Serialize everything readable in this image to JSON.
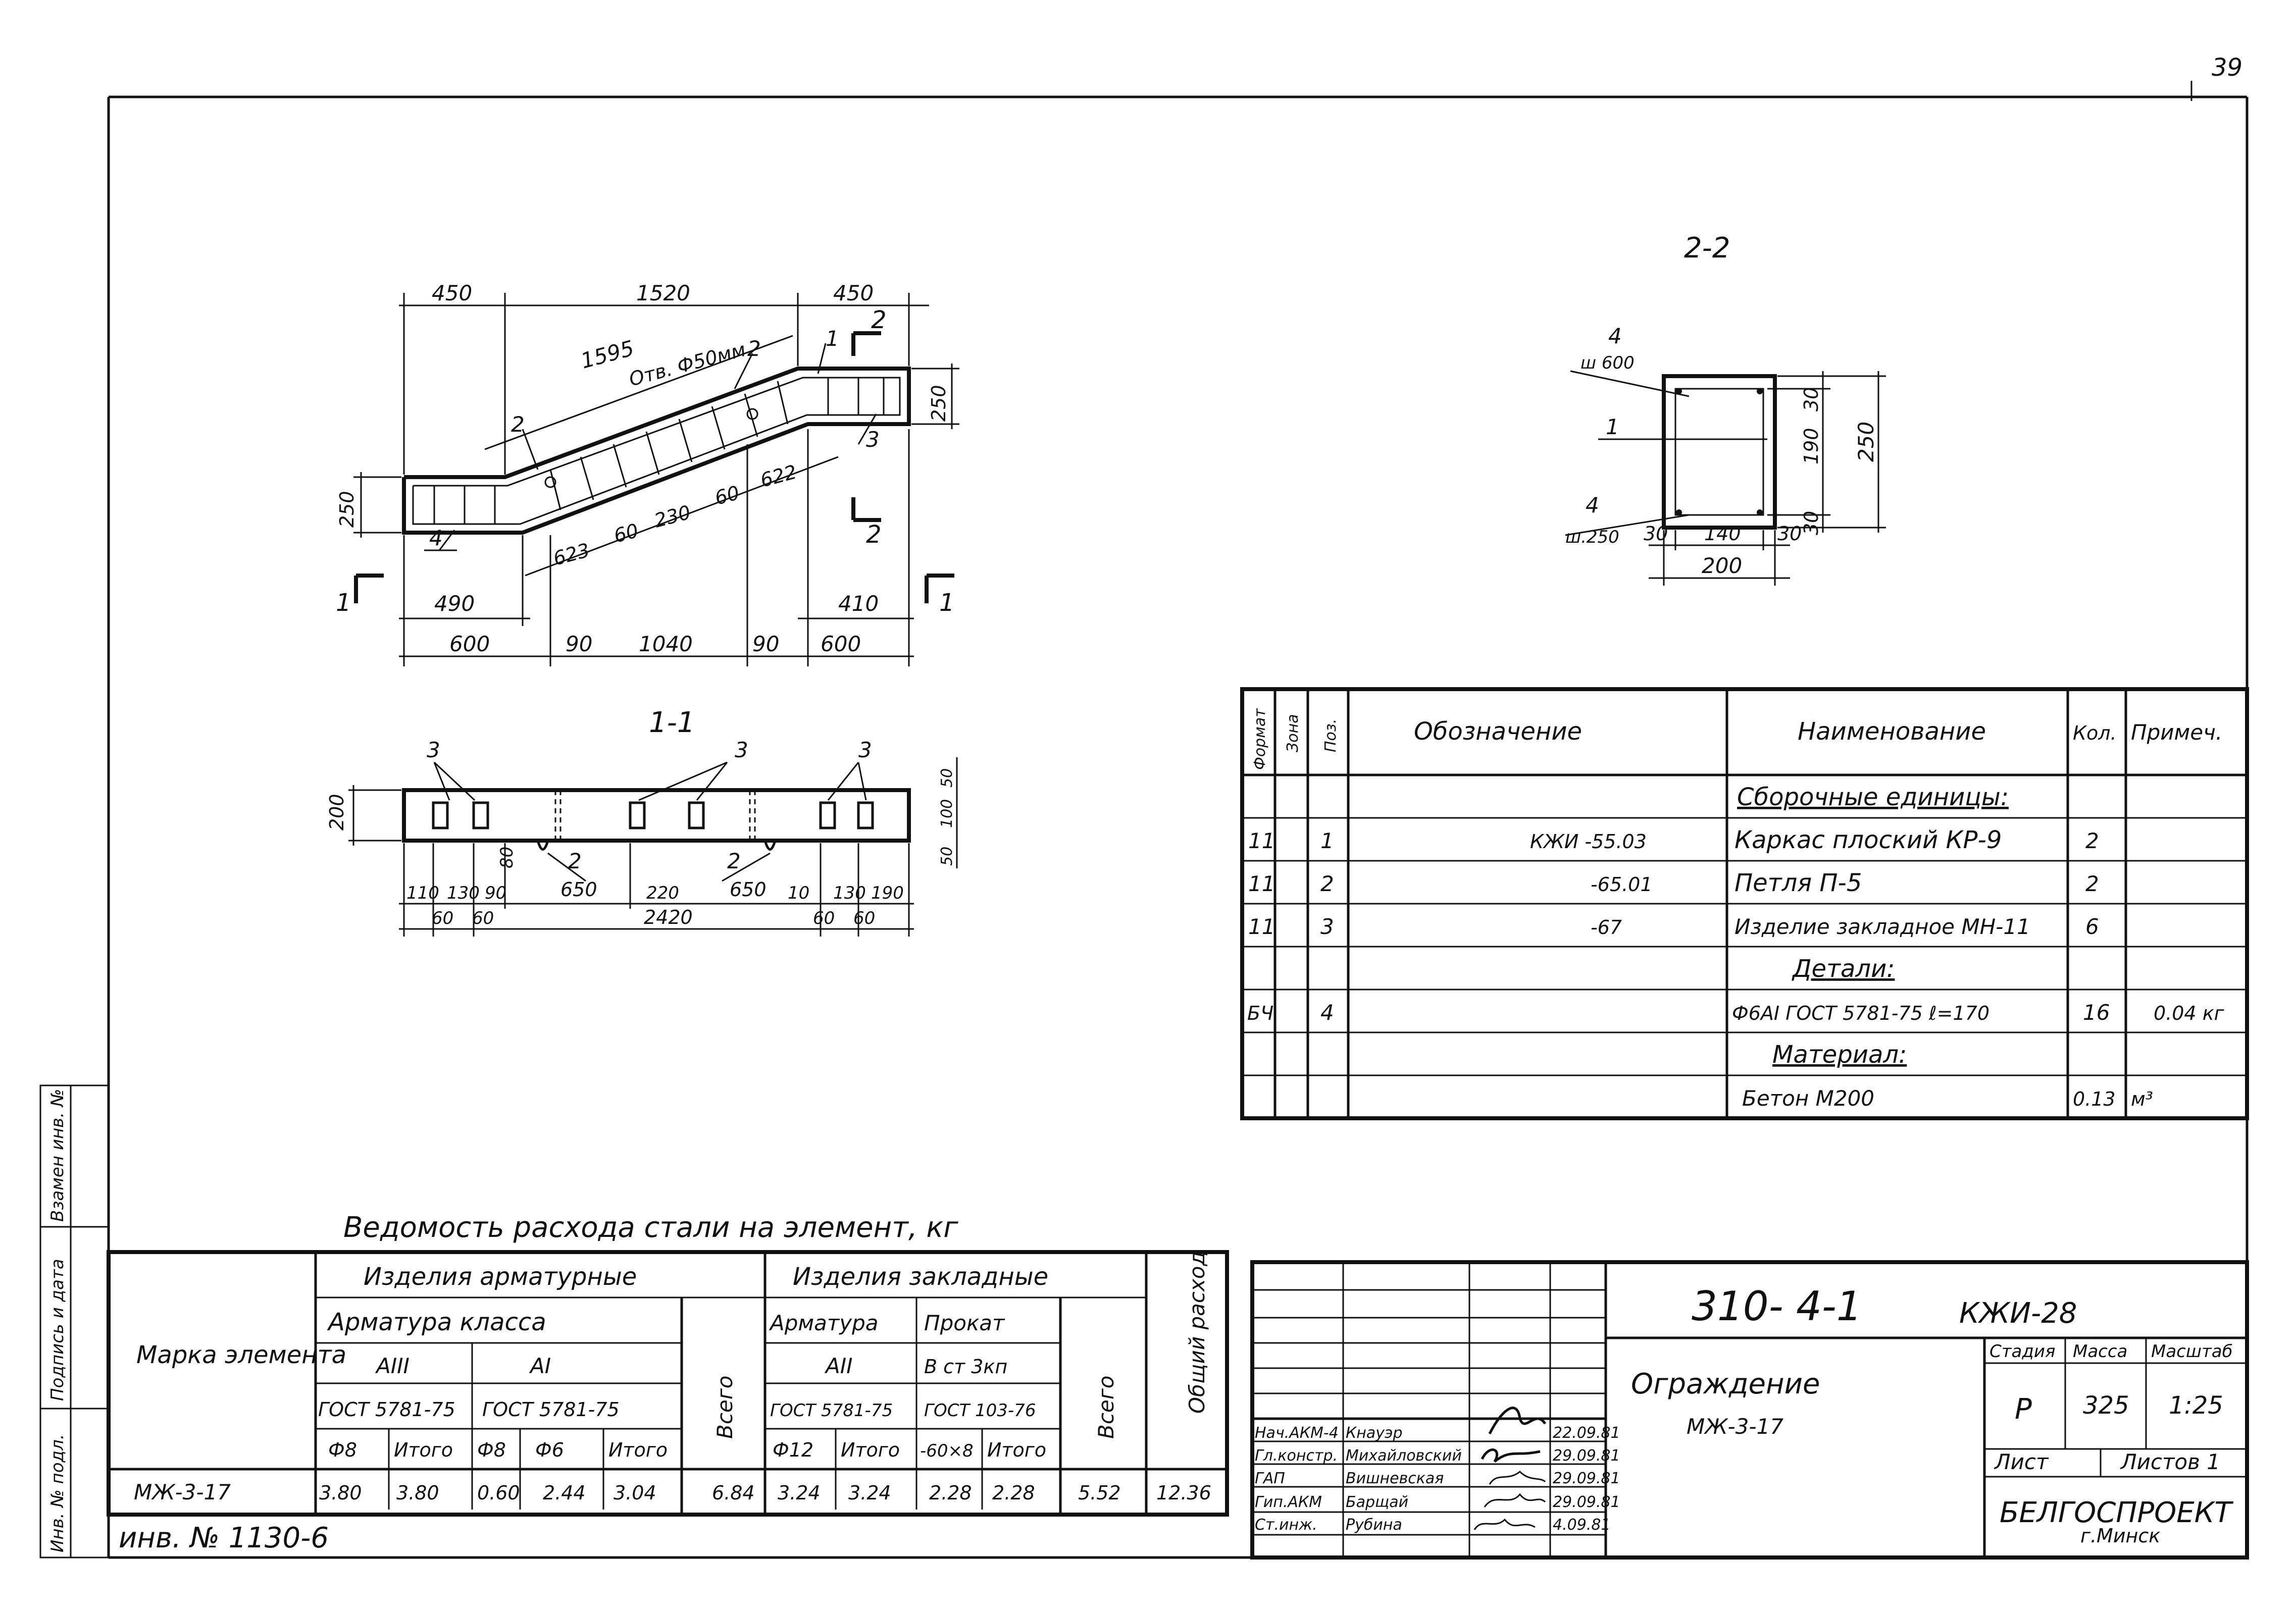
{
  "page_number": "39",
  "margin_stamps": {
    "vzam": "Взамен инв. №",
    "podpis": "Подпись и дата",
    "inv_podl": "Инв. № подл."
  },
  "plan_view": {
    "dims_top": [
      "450",
      "1520",
      "450"
    ],
    "dims_diag": [
      "1595"
    ],
    "hole_label": "Отв. Ф50мм",
    "dim_right_h": "250",
    "dim_left_h": "250",
    "dims_inner": [
      "623",
      "60",
      "230",
      "60",
      "622"
    ],
    "dims_bottom_1": [
      "490",
      "410"
    ],
    "dims_bottom_2": [
      "600",
      "90",
      "1040",
      "90",
      "600"
    ],
    "callouts": [
      "2",
      "2",
      "1",
      "3",
      "4",
      "2"
    ],
    "section_marks": [
      "1",
      "1",
      "2",
      "2"
    ]
  },
  "section_22": {
    "title": "2-2",
    "labels": [
      "4",
      "ш 600",
      "1",
      "4",
      "ш.250"
    ],
    "dims_h": [
      "30",
      "140",
      "30",
      "200"
    ],
    "dims_v": [
      "30",
      "190",
      "30",
      "250"
    ]
  },
  "section_11": {
    "title": "1-1",
    "height": "200",
    "callouts": [
      "3",
      "3",
      "3",
      "2",
      "2"
    ],
    "sub_labels": [
      "650",
      "650"
    ],
    "dim_80": "80",
    "dims_row1": [
      "110",
      "130",
      "90",
      "220",
      "10",
      "130",
      "190"
    ],
    "dims_row2": [
      "60",
      "60",
      "2420",
      "60",
      "60"
    ],
    "dims_right": [
      "50",
      "100",
      "50"
    ]
  },
  "spec_table": {
    "headers": [
      "Формат",
      "Зона",
      "Поз.",
      "Обозначение",
      "Наименование",
      "Кол.",
      "Примеч."
    ],
    "rows": [
      {
        "fmt": "",
        "pos": "",
        "designation": "",
        "name": "Сборочные единицы:",
        "qty": "",
        "note": ""
      },
      {
        "fmt": "11",
        "pos": "1",
        "designation": "КЖИ -55.03",
        "name": "Каркас плоский КР-9",
        "qty": "2",
        "note": ""
      },
      {
        "fmt": "11",
        "pos": "2",
        "designation": "-65.01",
        "name": "Петля П-5",
        "qty": "2",
        "note": ""
      },
      {
        "fmt": "11",
        "pos": "3",
        "designation": "-67",
        "name": "Изделие закладное МН-11",
        "qty": "6",
        "note": ""
      },
      {
        "fmt": "",
        "pos": "",
        "designation": "",
        "name": "Детали:",
        "qty": "",
        "note": ""
      },
      {
        "fmt": "БЧ",
        "pos": "4",
        "designation": "",
        "name": "Ф6АI ГОСТ 5781-75  ℓ=170",
        "qty": "16",
        "note": "0.04 кг"
      },
      {
        "fmt": "",
        "pos": "",
        "designation": "",
        "name": "Материал:",
        "qty": "",
        "note": ""
      },
      {
        "fmt": "",
        "pos": "",
        "designation": "",
        "name": "Бетон  М200",
        "qty": "0.13",
        "note": "м³"
      }
    ]
  },
  "steel_table": {
    "title": "Ведомость расхода стали на элемент, кг",
    "marka": "Марка элемента",
    "izd_arm": "Изделия арматурные",
    "izd_zakl": "Изделия закладные",
    "armatura_klassa": "Арматура класса",
    "a3": "АIII",
    "a1": "АI",
    "gost_a3": "ГОСТ 5781-75",
    "gost_a1": "ГОСТ 5781-75",
    "f8": "Ф8",
    "itogo": "Итого",
    "f8b": "Ф8",
    "f6": "Ф6",
    "itogo2": "Итого",
    "vsego": "Всего",
    "armatura": "Арматура",
    "prokat": "Прокат",
    "a2": "АII",
    "gost_a2": "ГОСТ 5781-75",
    "f12": "Ф12",
    "itogo3": "Итого",
    "prokat_st": "В ст 3кп",
    "gost_prokat": "ГОСТ 103-76",
    "strip": "-60×8",
    "itogo4": "Итого",
    "vsego2": "Всего",
    "obshchiy": "Общий расход",
    "row": [
      "МЖ-3-17",
      "3.80",
      "3.80",
      "0.60",
      "2.44",
      "3.04",
      "6.84",
      "3.24",
      "3.24",
      "2.28",
      "2.28",
      "5.52",
      "12.36"
    ]
  },
  "inventory": "инв. № 1130-6",
  "title_block": {
    "code": "310- 4-1",
    "sheet_code": "КЖИ-28",
    "name_1": "Ограждение",
    "name_2": "МЖ-3-17",
    "stadia_h": "Стадия",
    "massa_h": "Масса",
    "masshtab_h": "Масштаб",
    "stadia": "Р",
    "massa": "325",
    "masshtab": "1:25",
    "list": "Лист",
    "listov": "Листов 1",
    "org": "БЕЛГОСПРОЕКТ",
    "city": "г.Минск",
    "people": [
      {
        "role": "Нач.АКМ-4",
        "name": "Кнауэр",
        "date": "22.09.81"
      },
      {
        "role": "Гл.констр.",
        "name": "Михайловский",
        "date": "29.09.81"
      },
      {
        "role": "ГАП",
        "name": "Вишневская",
        "date": "29.09.81"
      },
      {
        "role": "Гип.АКМ",
        "name": "Барщай",
        "date": "29.09.81"
      },
      {
        "role": "Ст.инж.",
        "name": "Рубина",
        "date": "4.09.81"
      }
    ]
  }
}
